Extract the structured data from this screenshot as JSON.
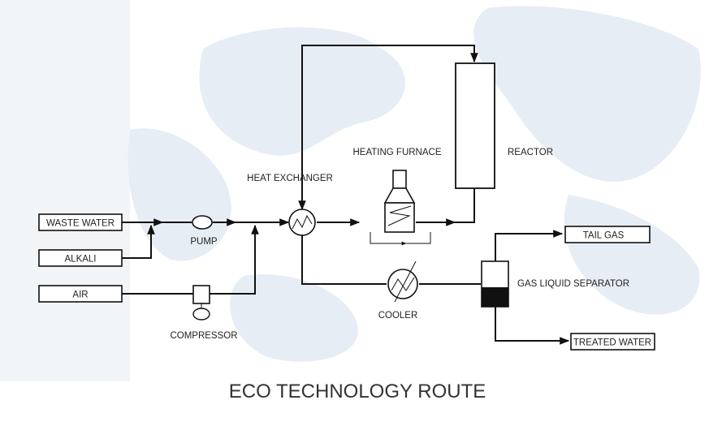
{
  "title": "ECO TECHNOLOGY ROUTE",
  "inputs": {
    "waste_water": "WASTE WATER",
    "alkali": "ALKALI",
    "air": "AIR"
  },
  "equipment": {
    "pump": "PUMP",
    "compressor": "COMPRESSOR",
    "heat_exchanger": "HEAT EXCHANGER",
    "heating_furnace": "HEATING FURNACE",
    "reactor": "REACTOR",
    "cooler": "COOLER",
    "gas_liquid_separator": "GAS LIQUID SEPARATOR"
  },
  "outputs": {
    "tail_gas": "TAIL GAS",
    "treated_water": "TREATED WATER"
  },
  "colors": {
    "line": "#111111",
    "background_map": "#e8eef4",
    "text": "#222222"
  }
}
